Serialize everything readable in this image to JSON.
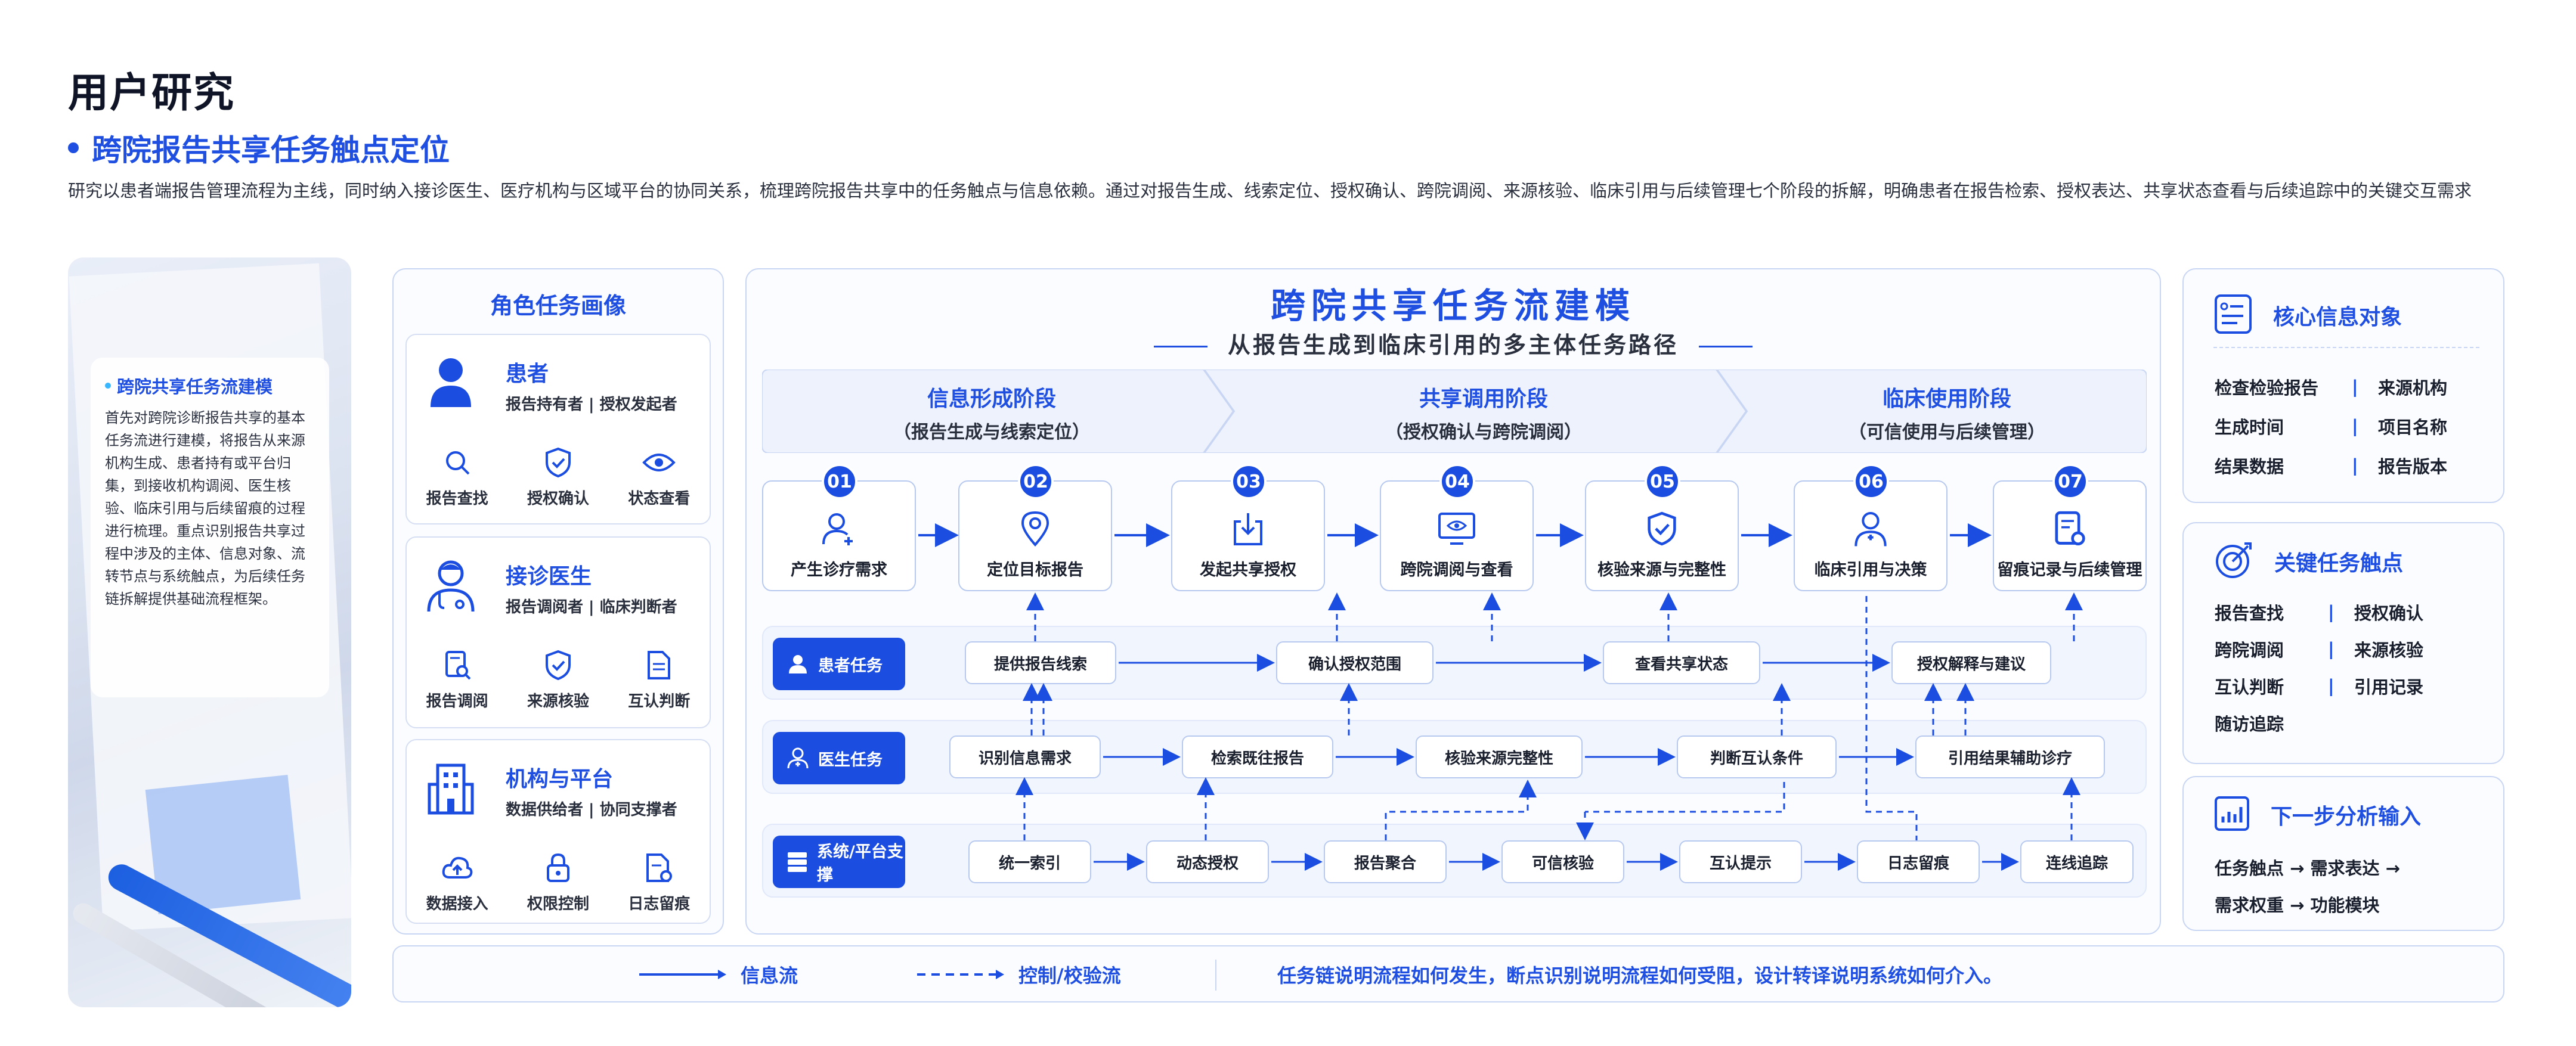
{
  "header": {
    "page_title": "用户研究",
    "section_title": "跨院报告共享任务触点定位",
    "intro": "研究以患者端报告管理流程为主线，同时纳入接诊医生、医疗机构与区域平台的协同关系，梳理跨院报告共享中的任务触点与信息依赖。通过对报告生成、线索定位、授权确认、跨院调阅、来源核验、临床引用与后续管理七个阶段的拆解，明确患者在报告检索、授权表达、共享状态查看与后续追踪中的关键交互需求"
  },
  "photo_card": {
    "title": "跨院共享任务流建模",
    "text": "首先对跨院诊断报告共享的基本任务流进行建模，将报告从来源机构生成、患者持有或平台归集，到接收机构调阅、医生核验、临床引用与后续留痕的过程进行梳理。重点识别报告共享过程中涉及的主体、信息对象、流转节点与系统触点，为后续任务链拆解提供基础流程框架。"
  },
  "roles": {
    "title": "角色任务画像",
    "cards": [
      {
        "name": "患者",
        "sub": "报告持有者 | 授权发起者",
        "icon": "patient-icon",
        "tasks": [
          {
            "label": "报告查找",
            "icon": "search-icon"
          },
          {
            "label": "授权确认",
            "icon": "shield-check-icon"
          },
          {
            "label": "状态查看",
            "icon": "eye-icon"
          }
        ]
      },
      {
        "name": "接诊医生",
        "sub": "报告调阅者 | 临床判断者",
        "icon": "doctor-icon",
        "tasks": [
          {
            "label": "报告调阅",
            "icon": "report-search-icon"
          },
          {
            "label": "来源核验",
            "icon": "shield-check-icon"
          },
          {
            "label": "互认判断",
            "icon": "document-icon"
          }
        ]
      },
      {
        "name": "机构与平台",
        "sub": "数据供给者 | 协同支撑者",
        "icon": "building-icon",
        "tasks": [
          {
            "label": "数据接入",
            "icon": "cloud-upload-icon"
          },
          {
            "label": "权限控制",
            "icon": "lock-icon"
          },
          {
            "label": "日志留痕",
            "icon": "log-icon"
          }
        ]
      }
    ]
  },
  "flow": {
    "title": "跨院共享任务流建模",
    "subtitle": "从报告生成到临床引用的多主体任务路径",
    "phases": [
      {
        "name": "信息形成阶段",
        "desc": "（报告生成与线索定位）"
      },
      {
        "name": "共享调用阶段",
        "desc": "（授权确认与跨院调阅）"
      },
      {
        "name": "临床使用阶段",
        "desc": "（可信使用与后续管理）"
      }
    ],
    "steps": [
      {
        "num": "01",
        "label": "产生诊疗需求",
        "icon": "user-add-icon"
      },
      {
        "num": "02",
        "label": "定位目标报告",
        "icon": "location-icon"
      },
      {
        "num": "03",
        "label": "发起共享授权",
        "icon": "share-icon"
      },
      {
        "num": "04",
        "label": "跨院调阅与查看",
        "icon": "monitor-eye-icon"
      },
      {
        "num": "05",
        "label": "核验来源与完整性",
        "icon": "shield-check-icon"
      },
      {
        "num": "06",
        "label": "临床引用与决策",
        "icon": "doctor-icon"
      },
      {
        "num": "07",
        "label": "留痕记录与后续管理",
        "icon": "record-icon"
      }
    ],
    "lanes": [
      {
        "tag": "患者任务",
        "icon": "person-icon",
        "nodes": [
          "提供报告线索",
          "确认授权范围",
          "查看共享状态",
          "授权解释与建议"
        ]
      },
      {
        "tag": "医生任务",
        "icon": "doctor-badge-icon",
        "nodes": [
          "识别信息需求",
          "检索既往报告",
          "核验来源完整性",
          "判断互认条件",
          "引用结果辅助诊疗"
        ]
      },
      {
        "tag": "系统/平台支撑",
        "icon": "server-icon",
        "nodes": [
          "统一索引",
          "动态授权",
          "报告聚合",
          "可信核验",
          "互认提示",
          "日志留痕",
          "连线追踪"
        ]
      }
    ]
  },
  "right_panels": {
    "core": {
      "title": "核心信息对象",
      "icon": "list-card-icon",
      "rows": [
        [
          "检查检验报告",
          "来源机构"
        ],
        [
          "生成时间",
          "项目名称"
        ],
        [
          "结果数据",
          "报告版本"
        ]
      ]
    },
    "touch": {
      "title": "关键任务触点",
      "icon": "target-icon",
      "rows": [
        [
          "报告查找",
          "授权确认"
        ],
        [
          "跨院调阅",
          "来源核验"
        ],
        [
          "互认判断",
          "引用记录"
        ],
        [
          "随访追踪",
          ""
        ]
      ]
    },
    "next": {
      "title": "下一步分析输入",
      "icon": "chart-icon",
      "lines": [
        "任务触点 → 需求表达 →",
        "需求权重 → 功能模块"
      ]
    }
  },
  "legend": {
    "info_flow": "信息流",
    "control_flow": "控制/校验流",
    "note": "任务链说明流程如何发生，断点识别说明流程如何受阻，设计转译说明系统如何介入。"
  },
  "colors": {
    "primary": "#1f4fe0",
    "dark": "#1a4de0",
    "border": "#c9d6f3",
    "lane_bg": "#f1f5fe"
  }
}
